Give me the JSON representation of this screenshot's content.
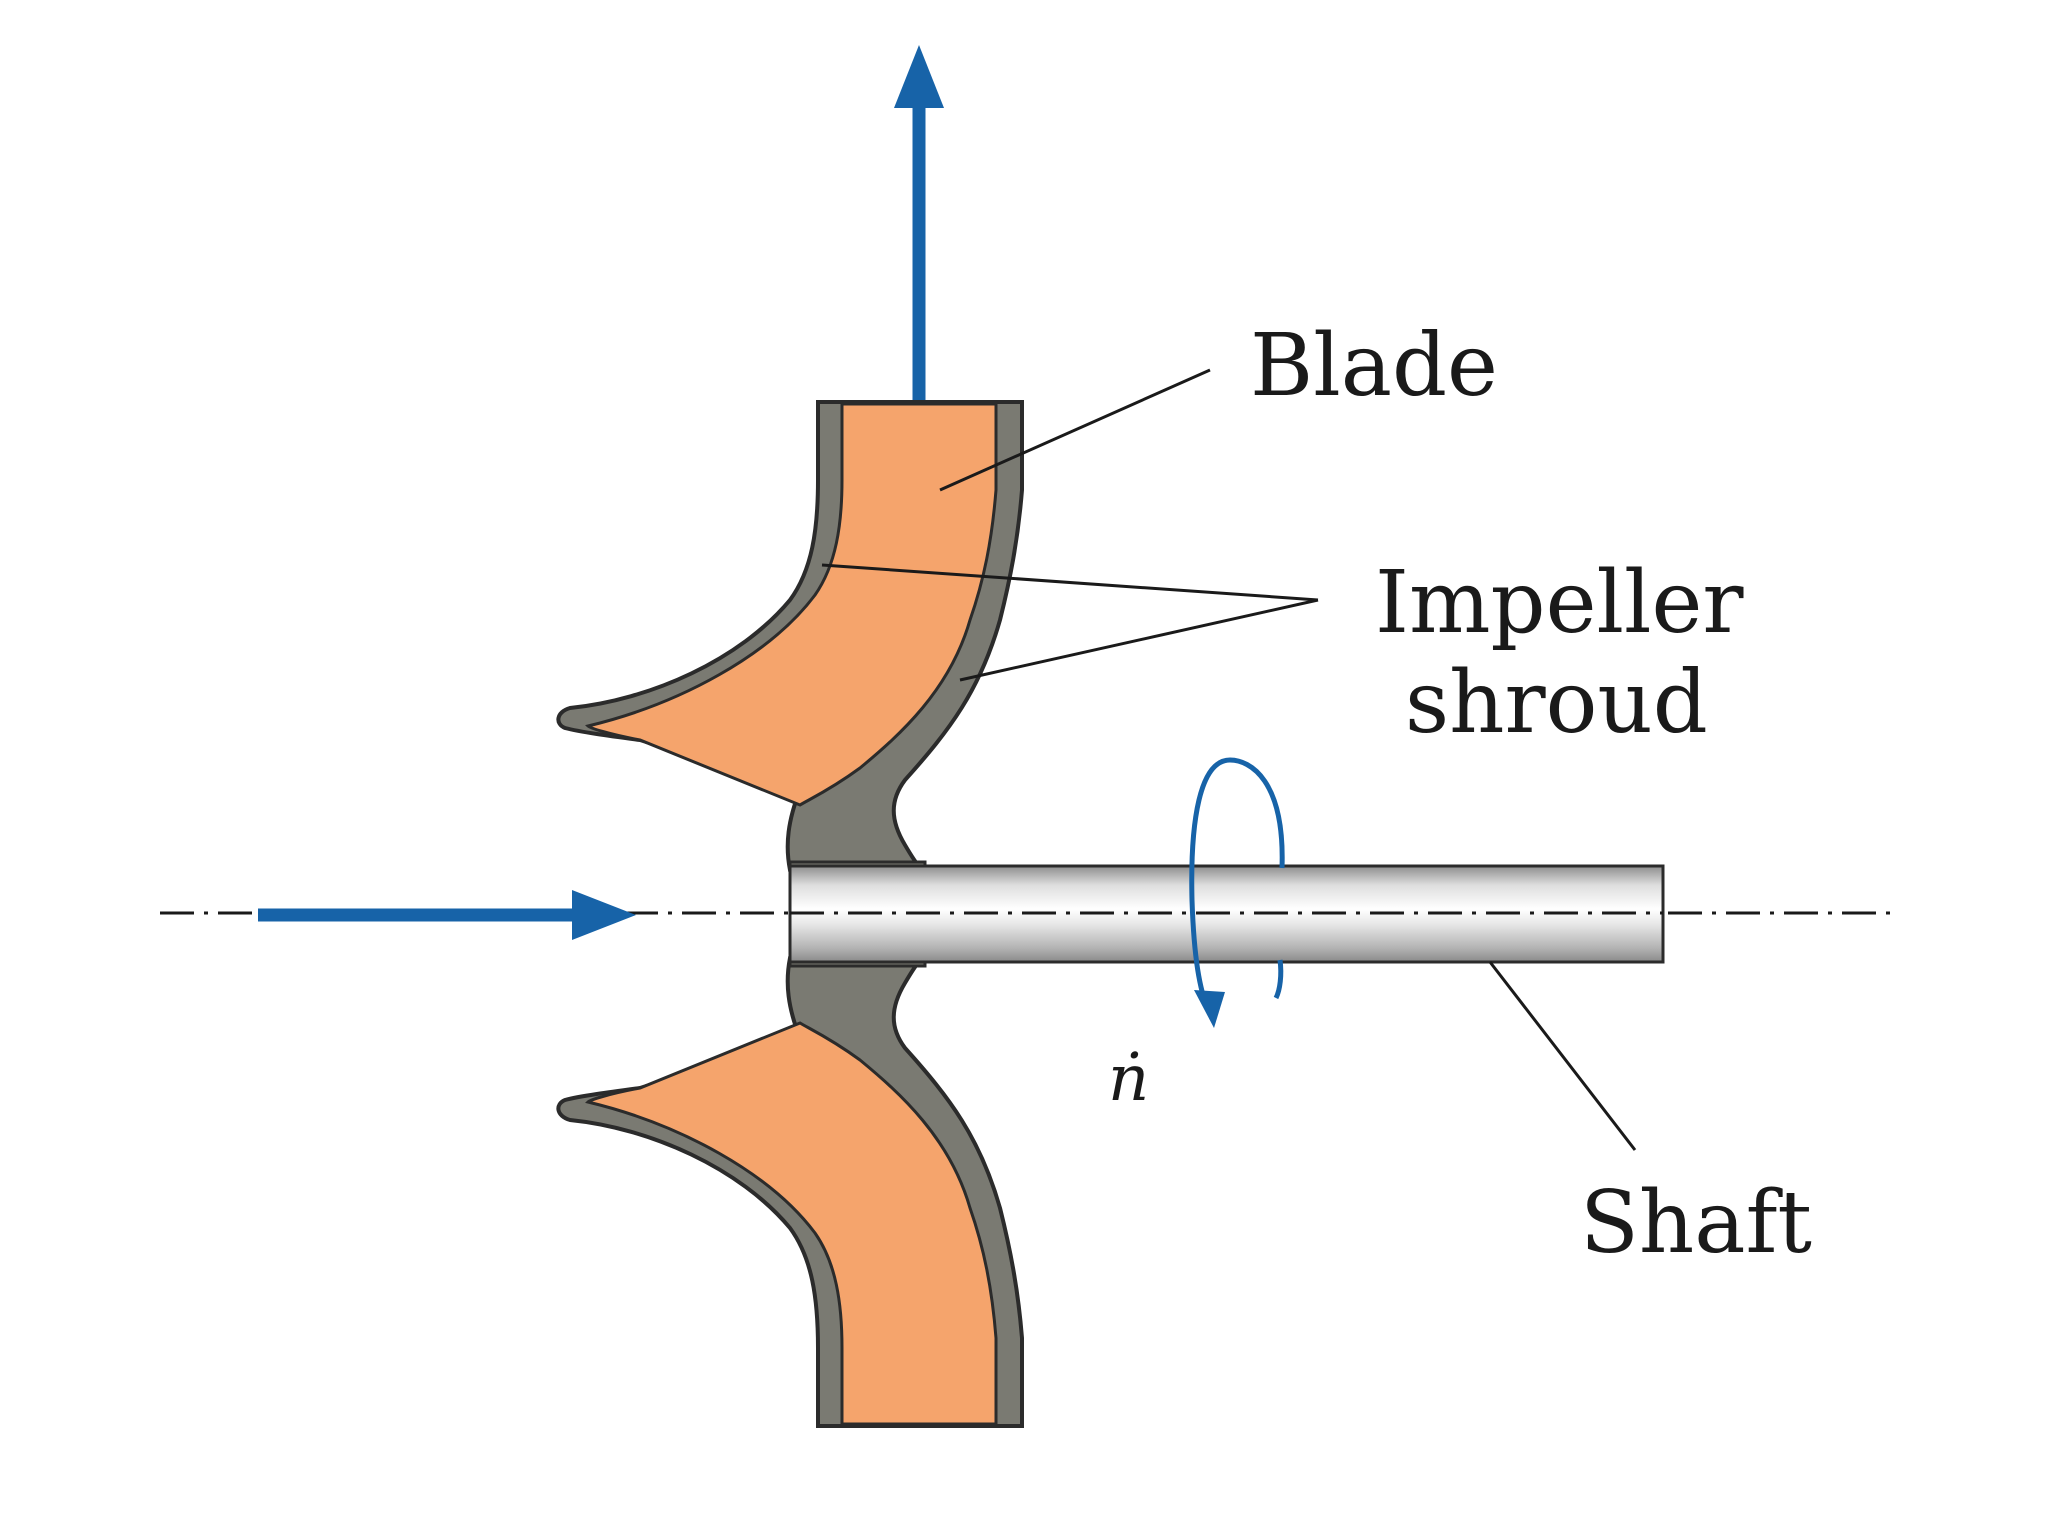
{
  "labels": {
    "blade": "Blade",
    "impeller_shroud_line1": "Impeller",
    "impeller_shroud_line2": "shroud",
    "shaft": "Shaft",
    "rotation_symbol": "ṅ"
  },
  "colors": {
    "blade_fill": "#f5a46c",
    "shroud_fill": "#7a7a72",
    "outline": "#2b2b2b",
    "flow_arrow": "#1763a8",
    "shaft_light": "#f4f4f4",
    "shaft_dark": "#9a9a9a"
  }
}
